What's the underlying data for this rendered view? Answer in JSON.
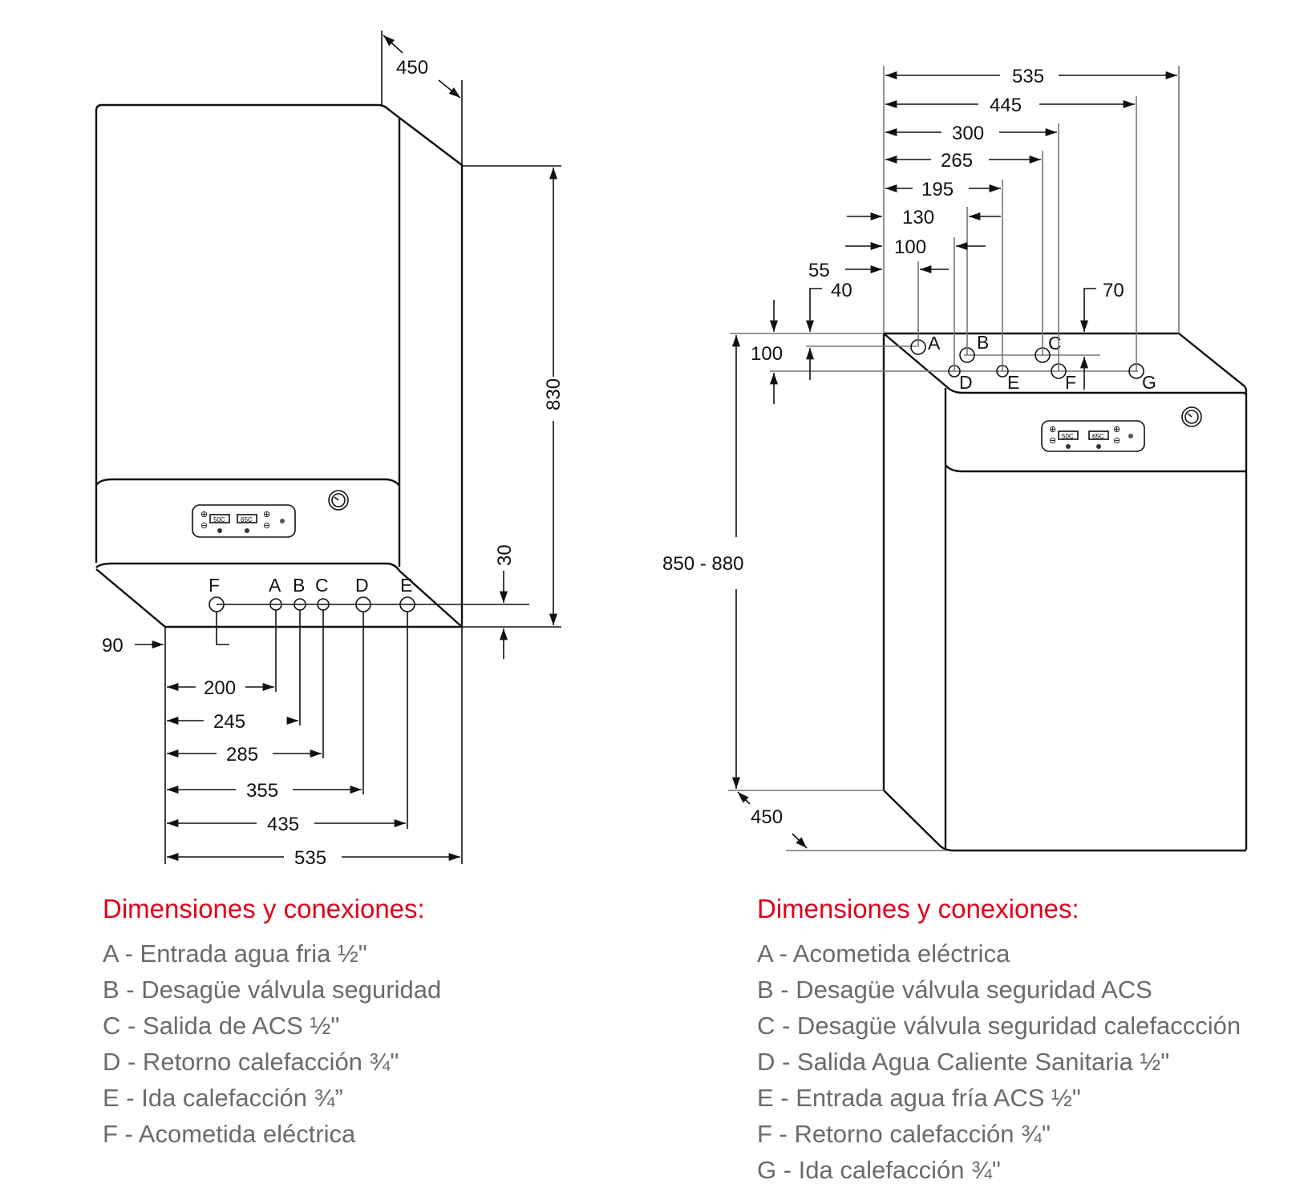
{
  "left_unit": {
    "name": "wall-mounted boiler",
    "depth_top": "450",
    "height": "830",
    "connection_offset_vertical": "30",
    "bracket_offset": "90",
    "connections": [
      "F",
      "A",
      "B",
      "C",
      "D",
      "E"
    ],
    "horizontal_dims": [
      "200",
      "245",
      "285",
      "355",
      "435",
      "535"
    ],
    "panel": {
      "display_1": "50C",
      "display_2": "65C"
    },
    "legend": {
      "title": "Dimensiones y conexiones:",
      "items": [
        "A - Entrada agua fria ½\"",
        "B - Desagüe válvula seguridad",
        "C - Salida de ACS ½\"",
        "D - Retorno calefacción ¾\"",
        "E - Ida calefacción ¾”",
        "F - Acometida eléctrica"
      ]
    }
  },
  "right_unit": {
    "name": "floor-standing boiler",
    "width": "535",
    "top_dims": [
      "535",
      "445",
      "300",
      "265",
      "195",
      "130",
      "100",
      "55"
    ],
    "depth_offsets": [
      "40",
      "70",
      "100"
    ],
    "height": "850 - 880",
    "depth_bottom": "450",
    "connections": [
      "A",
      "B",
      "C",
      "D",
      "E",
      "F",
      "G"
    ],
    "panel": {
      "display_1": "50C",
      "display_2": "65C"
    },
    "legend": {
      "title": "Dimensiones y conexiones:",
      "items": [
        "A - Acometida eléctrica",
        "B - Desagüe válvula seguridad ACS",
        "C - Desagüe válvula seguridad calefaccción",
        "D - Salida Agua Caliente Sanitaria ½\"",
        "E - Entrada agua fría ACS ½\"",
        "F - Retorno calefacción ¾\"",
        "G - Ida calefacción ¾\""
      ]
    }
  },
  "colors": {
    "title": "#e2001a",
    "text": "#6b6b6b",
    "line": "#111111"
  }
}
